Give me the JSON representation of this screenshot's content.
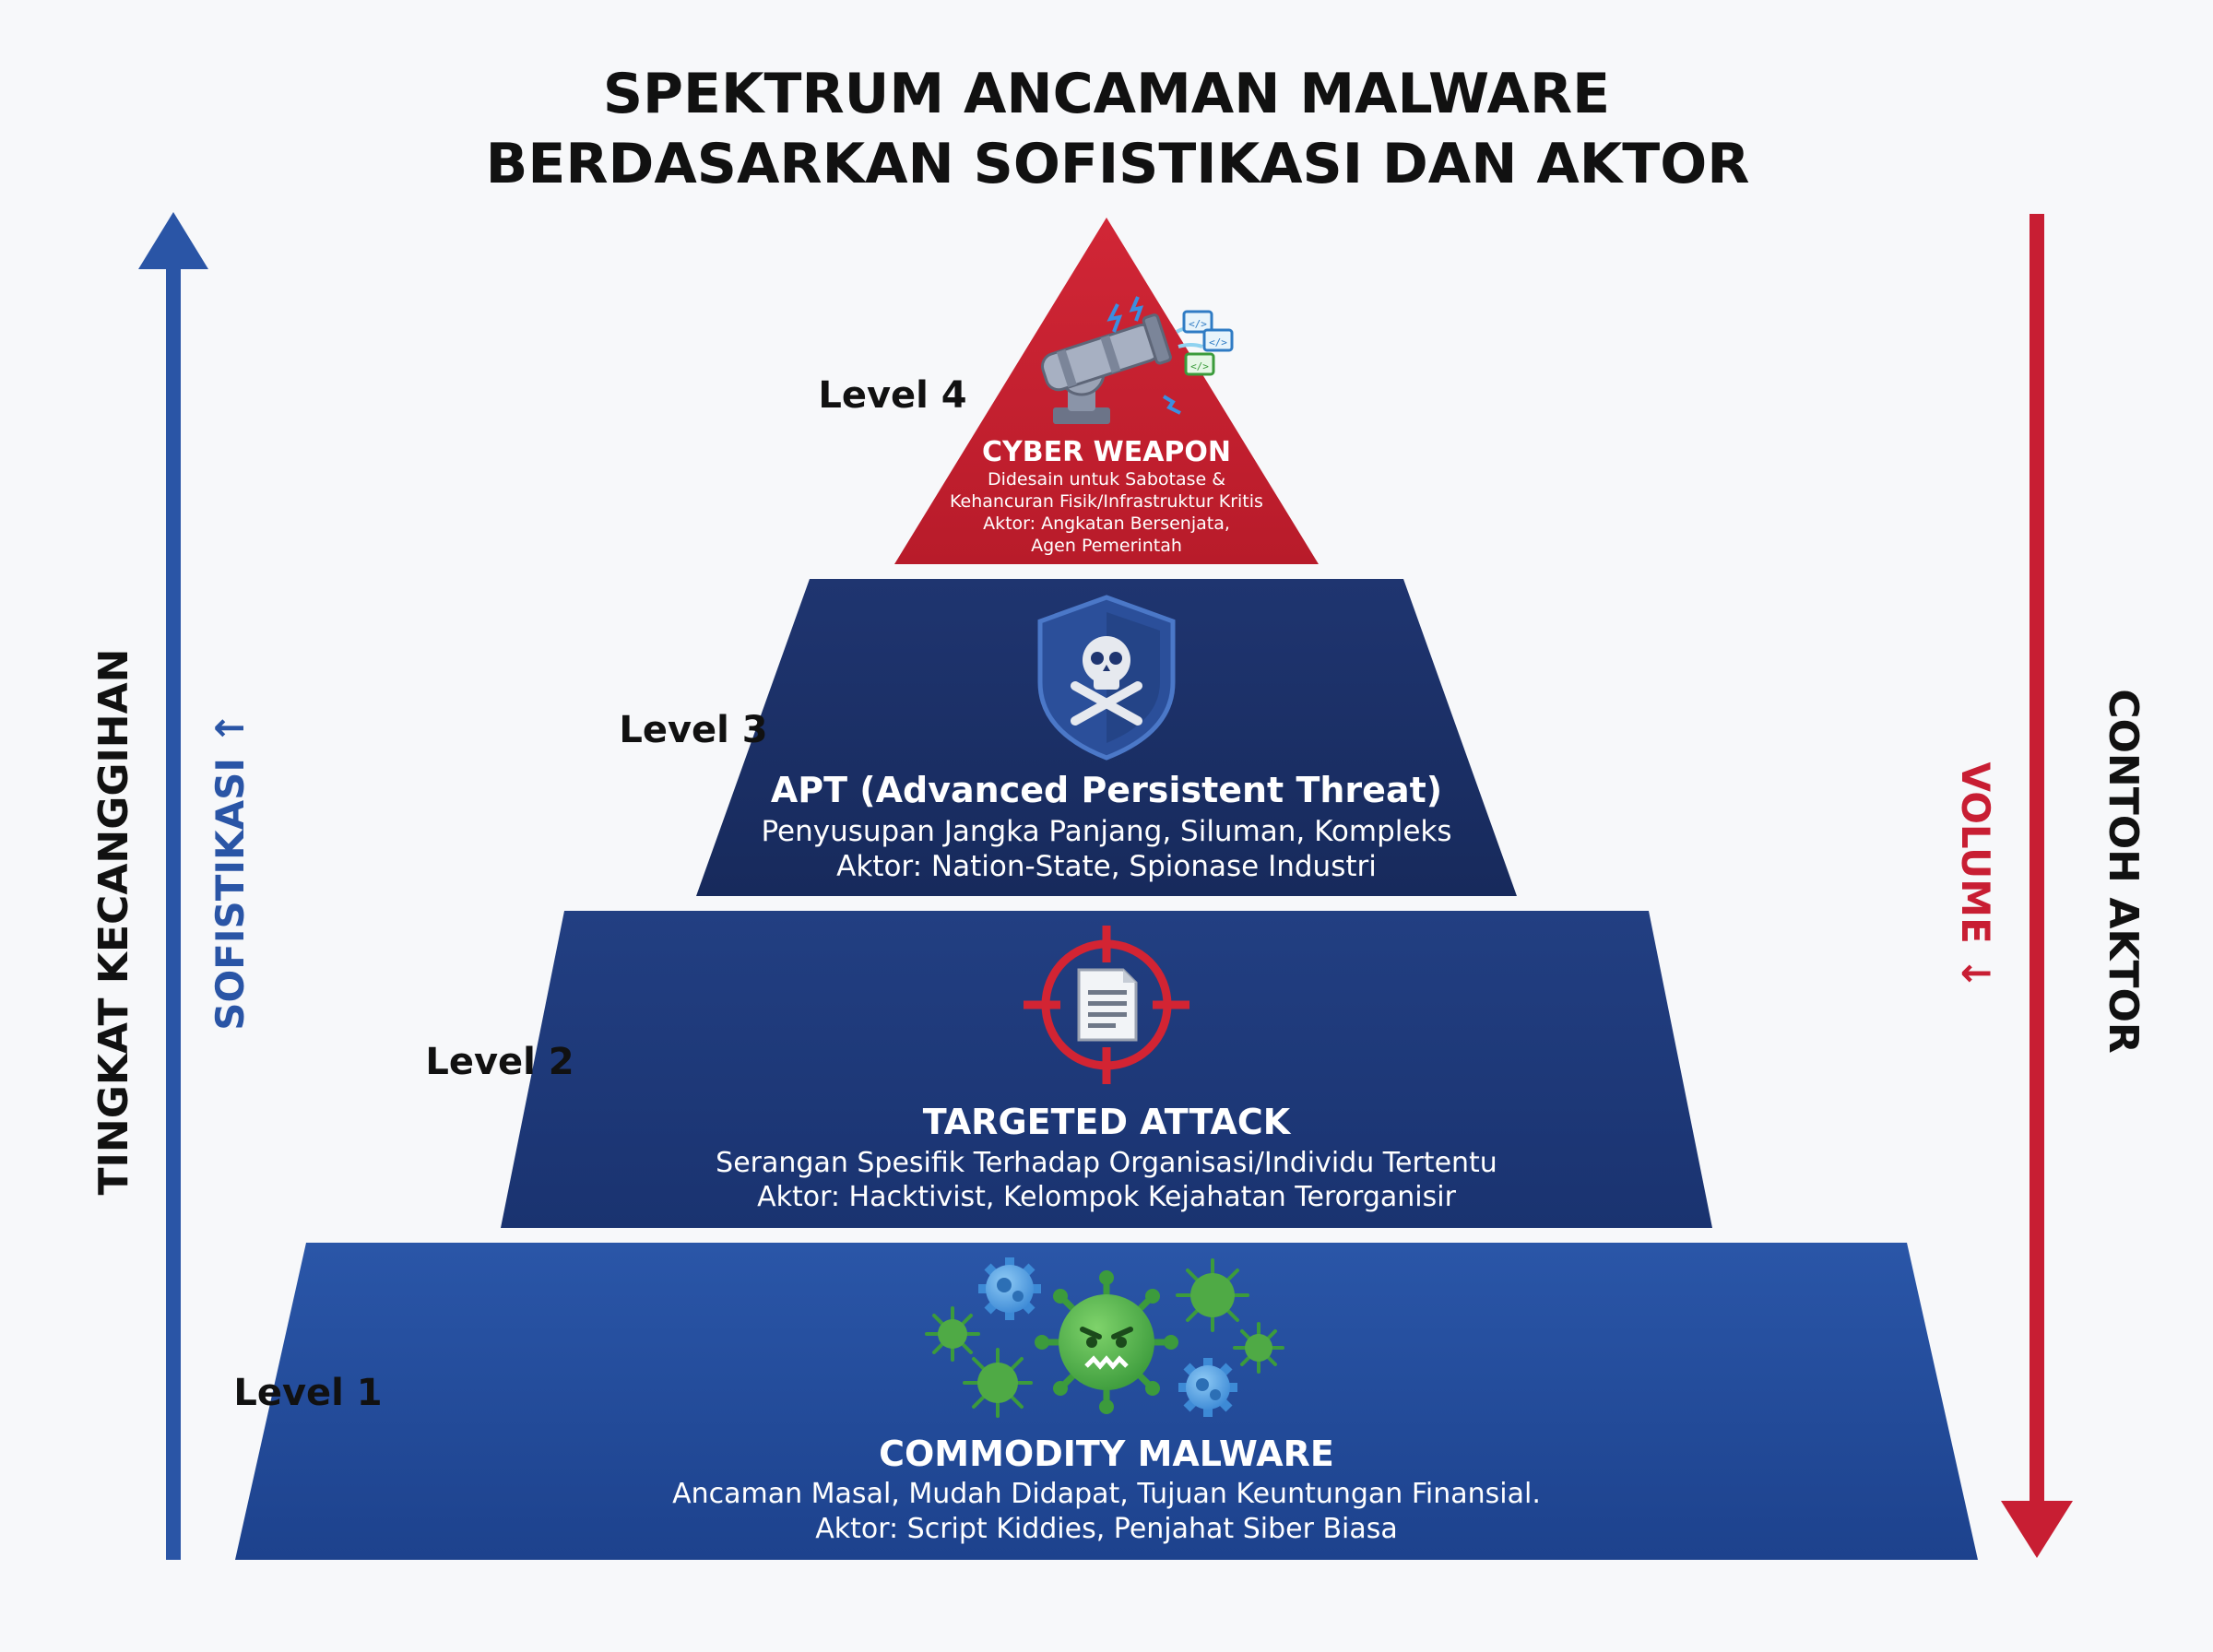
{
  "title": {
    "line1": "SPEKTRUM ANCAMAN MALWARE",
    "line2": "BERDASARKAN SOFISTIKASI DAN AKTOR"
  },
  "left_axis": {
    "label": "TINGKAT KECANGGIHAN",
    "sublabel": "SOFISTIKASI ↑",
    "arrow_color": "#2a55a6"
  },
  "right_axis": {
    "label": "CONTOH AKTOR",
    "sublabel": "VOLUME ↓",
    "arrow_color": "#c81e33"
  },
  "levels": [
    {
      "label": "Level 4",
      "name": "CYBER WEAPON",
      "line1": "Didesain untuk Sabotase &",
      "line2": "Kehancuran Fisik/Infrastruktur Kritis",
      "line3": "Aktor: Angkatan Bersenjata,",
      "line4": "Agen Pemerintah",
      "color": "#c9202f",
      "icon": "cannon-icon"
    },
    {
      "label": "Level 3",
      "name": "APT (Advanced Persistent Threat)",
      "line1": "Penyusupan Jangka Panjang, Siluman, Kompleks",
      "line2": "Aktor: Nation-State, Spionase Industri",
      "color": "#1c2f63",
      "icon": "skull-shield-icon"
    },
    {
      "label": "Level 2",
      "name": "TARGETED ATTACK",
      "line1": "Serangan Spesifik Terhadap Organisasi/Individu Tertentu",
      "line2": "Aktor: Hacktivist, Kelompok Kejahatan Terorganisir",
      "color": "#1f3b7e",
      "icon": "crosshair-document-icon"
    },
    {
      "label": "Level 1",
      "name": "COMMODITY MALWARE",
      "line1": "Ancaman Masal, Mudah Didapat, Tujuan Keuntungan Finansial.",
      "line2": "Aktor: Script Kiddies, Penjahat Siber Biasa",
      "color": "#264d9c",
      "icon": "virus-cluster-icon"
    }
  ]
}
